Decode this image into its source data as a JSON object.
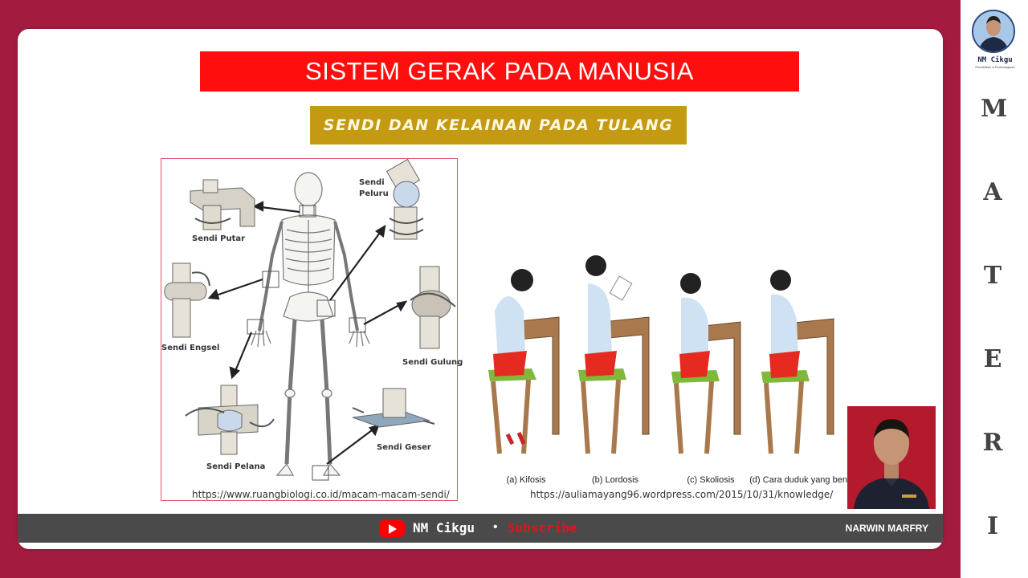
{
  "slide": {
    "title": "SISTEM GERAK PADA MANUSIA",
    "subtitle": "SENDI DAN KELAINAN PADA TULANG",
    "left_figure": {
      "labels": {
        "putar": "Sendi Putar",
        "peluru_1": "Sendi",
        "peluru_2": "Peluru",
        "engsel": "Sendi Engsel",
        "gulung": "Sendi Gulung",
        "pelana": "Sendi Pelana",
        "geser": "Sendi Geser"
      },
      "source_url": "https://www.ruangbiologi.co.id/macam-macam-sendi/"
    },
    "right_figure": {
      "labels": [
        "(a) Kifosis",
        "(b) Lordosis",
        "(c) Skoliosis",
        "(d) Cara duduk yang benar"
      ],
      "source_url": "https://auliamayang96.wordpress.com/2015/10/31/knowledge/"
    },
    "bottom_bar": {
      "channel": "NM Cikgu",
      "separator": "•",
      "subscribe": "Subscribe",
      "presenter_name": "NARWIN MARFRY"
    }
  },
  "sidebar": {
    "brand": "NM Cikgu",
    "brand_sub": "Pendidikan & Pembelajaran",
    "letters": [
      "M",
      "A",
      "T",
      "E",
      "R",
      "I"
    ]
  },
  "colors": {
    "background": "#a31c40",
    "title_bar": "#ff0e0e",
    "subtitle_bar": "#c39a12",
    "bottom_bar": "#4a4a4a",
    "youtube_red": "#ff0000"
  },
  "icons": [
    "youtube-play-icon"
  ]
}
